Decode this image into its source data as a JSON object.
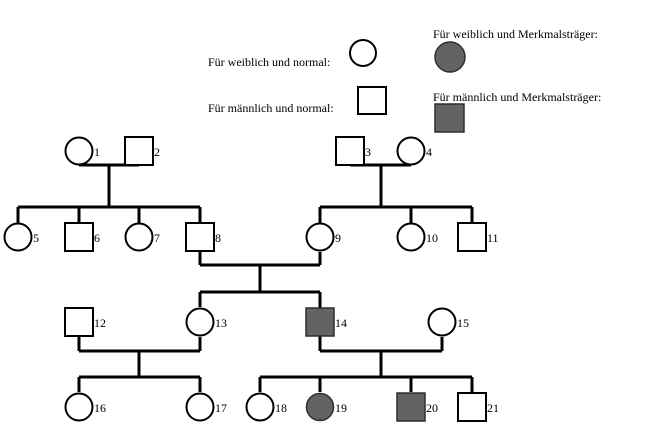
{
  "legend": {
    "female_normal": "Für weiblich und normal:",
    "male_normal": "Für männlich und normal:",
    "female_affected": "Für weiblich und Merkmalsträger:",
    "male_affected": "Für männlich und Merkmalsträger:"
  },
  "colors": {
    "affected_fill": "#636363",
    "line": "#000000",
    "normal_fill": "#ffffff"
  },
  "individuals": [
    {
      "id": "1",
      "sex": "female",
      "affected": false
    },
    {
      "id": "2",
      "sex": "male",
      "affected": false
    },
    {
      "id": "3",
      "sex": "male",
      "affected": false
    },
    {
      "id": "4",
      "sex": "female",
      "affected": false
    },
    {
      "id": "5",
      "sex": "female",
      "affected": false
    },
    {
      "id": "6",
      "sex": "male",
      "affected": false
    },
    {
      "id": "7",
      "sex": "female",
      "affected": false
    },
    {
      "id": "8",
      "sex": "male",
      "affected": false
    },
    {
      "id": "9",
      "sex": "female",
      "affected": false
    },
    {
      "id": "10",
      "sex": "female",
      "affected": false
    },
    {
      "id": "11",
      "sex": "male",
      "affected": false
    },
    {
      "id": "12",
      "sex": "male",
      "affected": false
    },
    {
      "id": "13",
      "sex": "female",
      "affected": false
    },
    {
      "id": "14",
      "sex": "male",
      "affected": true
    },
    {
      "id": "15",
      "sex": "female",
      "affected": false
    },
    {
      "id": "16",
      "sex": "female",
      "affected": false
    },
    {
      "id": "17",
      "sex": "female",
      "affected": false
    },
    {
      "id": "18",
      "sex": "female",
      "affected": false
    },
    {
      "id": "19",
      "sex": "female",
      "affected": true
    },
    {
      "id": "20",
      "sex": "male",
      "affected": true
    },
    {
      "id": "21",
      "sex": "male",
      "affected": false
    }
  ],
  "families": [
    {
      "parents": [
        "1",
        "2"
      ],
      "children": [
        "5",
        "6",
        "7",
        "8"
      ]
    },
    {
      "parents": [
        "3",
        "4"
      ],
      "children": [
        "9",
        "10",
        "11"
      ]
    },
    {
      "parents": [
        "8",
        "9"
      ],
      "children": [
        "13",
        "14"
      ]
    },
    {
      "parents": [
        "12",
        "13"
      ],
      "children": [
        "16",
        "17"
      ]
    },
    {
      "parents": [
        "14",
        "15"
      ],
      "children": [
        "18",
        "19",
        "20",
        "21"
      ]
    }
  ]
}
